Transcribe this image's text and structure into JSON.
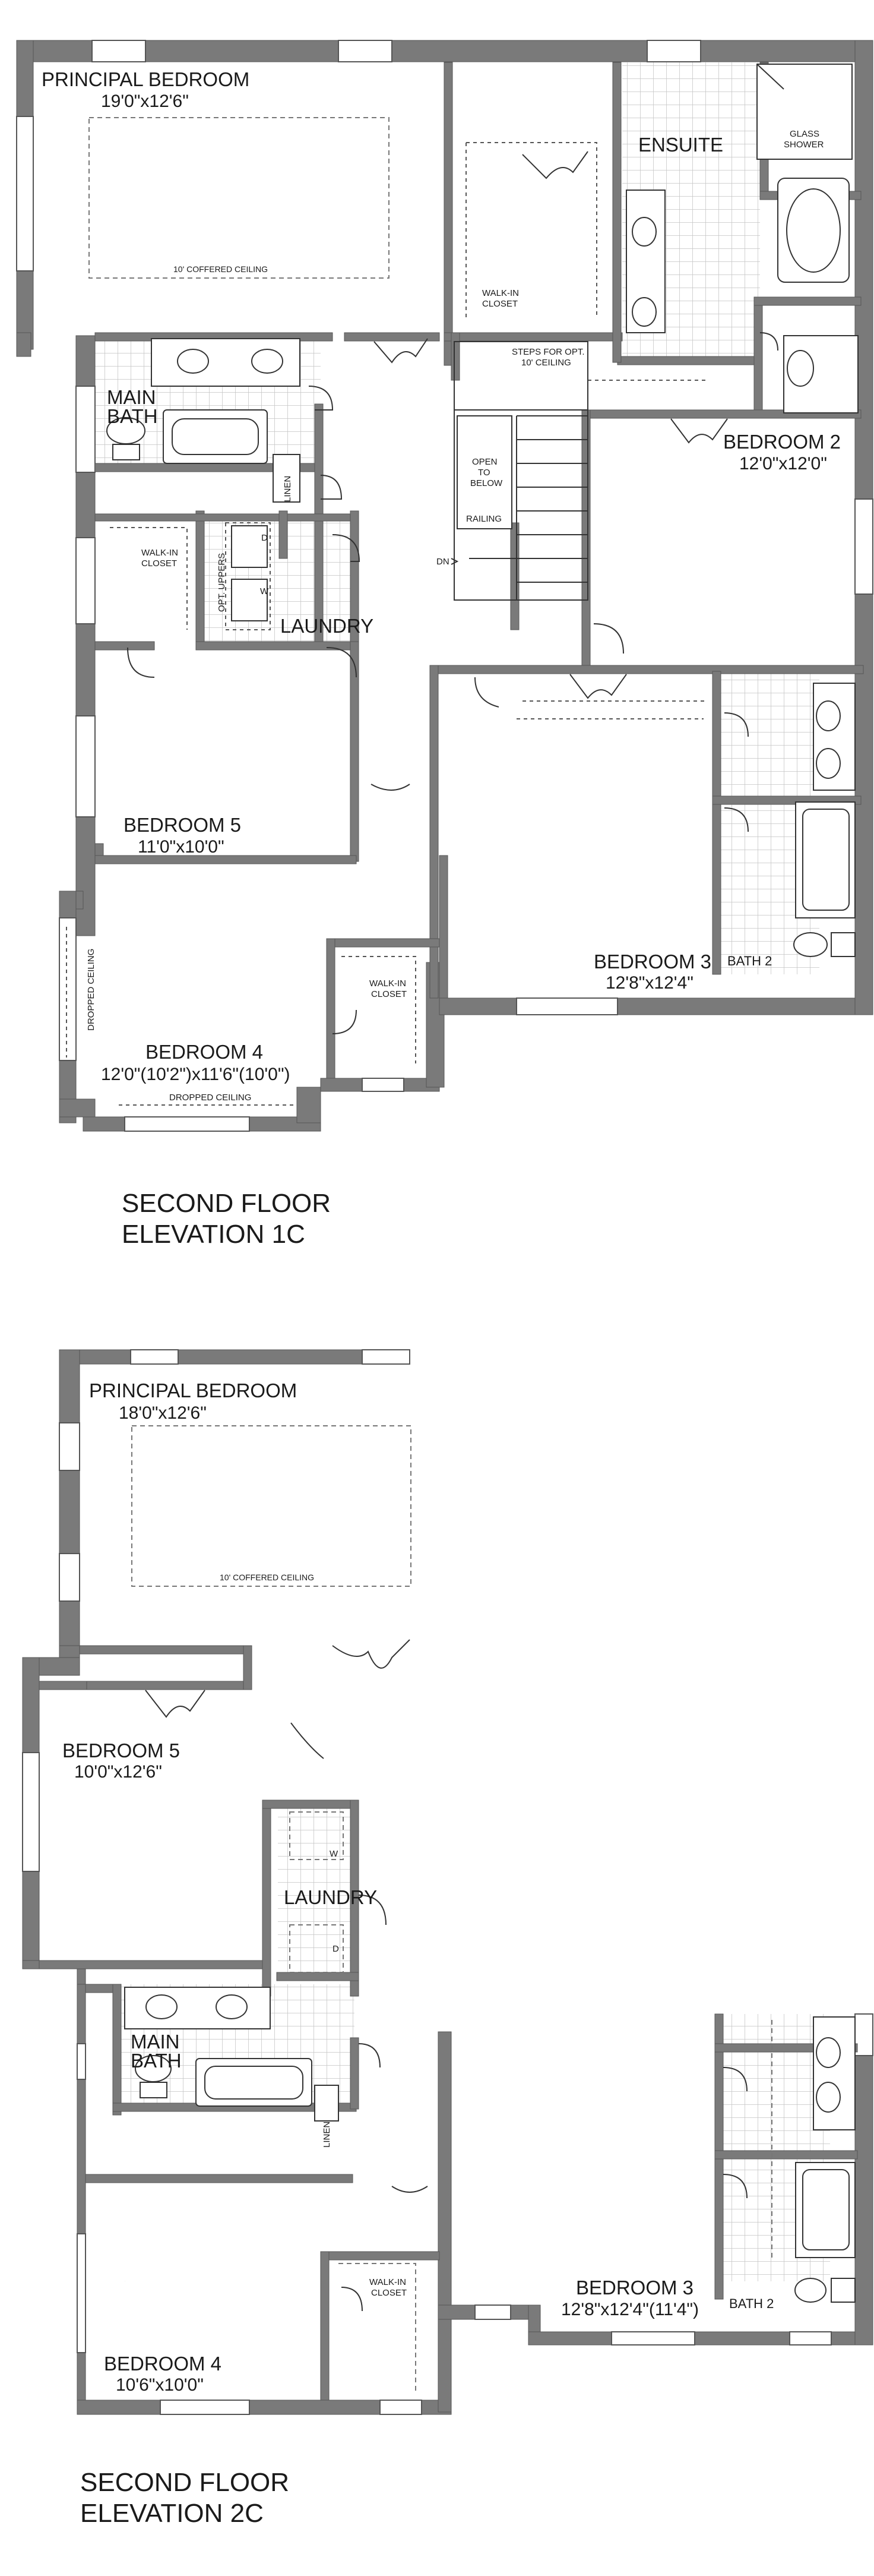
{
  "plan_1c": {
    "title_line1": "SECOND FLOOR",
    "title_line2": "ELEVATION 1C",
    "rooms": {
      "principal_name": "PRINCIPAL BEDROOM",
      "principal_dim": "19'0\"x12'6\"",
      "coffered": "10' COFFERED CEILING",
      "ensuite": "ENSUITE",
      "glass_shower_1": "GLASS",
      "glass_shower_2": "SHOWER",
      "walkin_1": "WALK-IN",
      "walkin_2": "CLOSET",
      "main_bath_1": "MAIN",
      "main_bath_2": "BATH",
      "linen": "LINEN",
      "walkin_b5_1": "WALK-IN",
      "walkin_b5_2": "CLOSET",
      "opt_uppers": "OPT. UPPERS",
      "dryer": "D",
      "washer": "W",
      "laundry": "LAUNDRY",
      "steps_1": "STEPS FOR OPT.",
      "steps_2": "10' CEILING",
      "open_1": "OPEN",
      "open_2": "TO",
      "open_3": "BELOW",
      "railing": "RAILING",
      "dn": "DN",
      "bedroom2_name": "BEDROOM 2",
      "bedroom2_dim": "12'0\"x12'0\"",
      "bedroom5_name": "BEDROOM 5",
      "bedroom5_dim": "11'0\"x10'0\"",
      "bedroom3_name": "BEDROOM 3",
      "bedroom3_dim": "12'8\"x12'4\"",
      "bath2": "BATH 2",
      "walkin_b4_1": "WALK-IN",
      "walkin_b4_2": "CLOSET",
      "dropped_ceiling_side": "DROPPED CEILING",
      "bedroom4_name": "BEDROOM 4",
      "bedroom4_dim": "12'0\"(10'2\")x11'6\"(10'0\")",
      "dropped_ceiling_bottom": "DROPPED CEILING"
    }
  },
  "plan_2c": {
    "title_line1": "SECOND FLOOR",
    "title_line2": "ELEVATION 2C",
    "rooms": {
      "principal_name": "PRINCIPAL BEDROOM",
      "principal_dim": "18'0\"x12'6\"",
      "coffered": "10' COFFERED CEILING",
      "bedroom5_name": "BEDROOM 5",
      "bedroom5_dim": "10'0\"x12'6\"",
      "washer": "W",
      "laundry": "LAUNDRY",
      "dryer": "D",
      "main_bath_1": "MAIN",
      "main_bath_2": "BATH",
      "linen": "LINEN",
      "walkin_b4_1": "WALK-IN",
      "walkin_b4_2": "CLOSET",
      "bedroom4_name": "BEDROOM 4",
      "bedroom4_dim": "10'6\"x10'0\"",
      "bedroom3_name": "BEDROOM 3",
      "bedroom3_dim": "12'8\"x12'4\"(11'4\")",
      "bath2": "BATH 2"
    }
  },
  "colors": {
    "wall": "#7a7a7a",
    "wall_edge": "#555555",
    "line": "#333333",
    "tile": "#bfbfbf",
    "text": "#1a1a1a"
  }
}
